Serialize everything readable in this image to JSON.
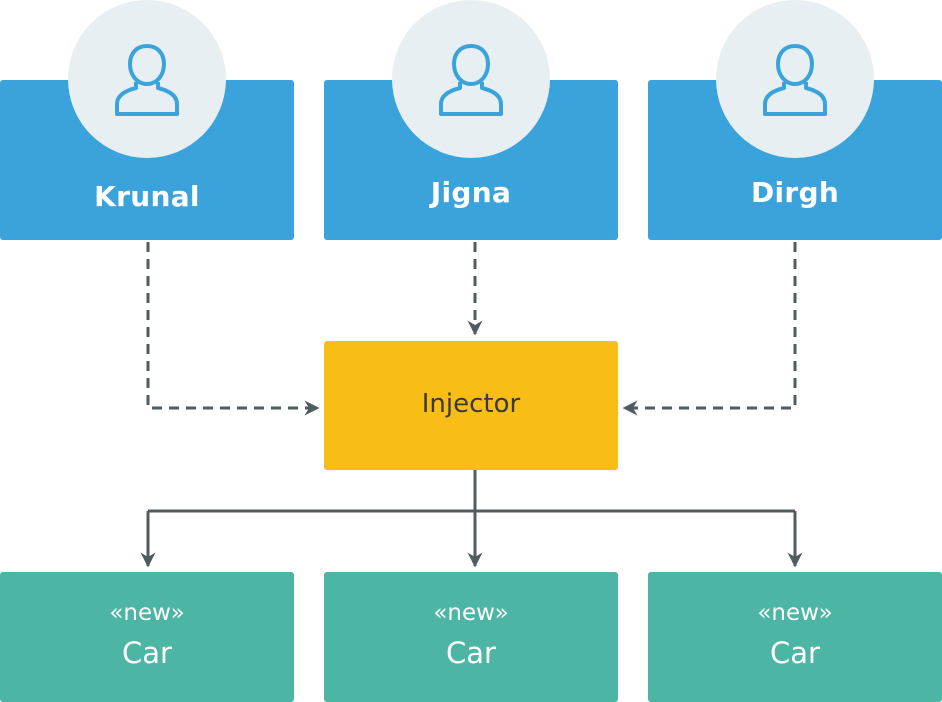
{
  "colors": {
    "user_box": "#3aa3dc",
    "avatar_circle": "#e8eff2",
    "avatar_icon": "#3aa3dc",
    "injector_box": "#f9be16",
    "car_box": "#4db5a4",
    "connector": "#515c60"
  },
  "users": [
    {
      "name": "Krunal",
      "icon": "user-icon"
    },
    {
      "name": "Jigna",
      "icon": "user-icon"
    },
    {
      "name": "Dirgh",
      "icon": "user-icon"
    }
  ],
  "injector": {
    "label": "Injector"
  },
  "cars": [
    {
      "stereotype": "«new»",
      "name": "Car"
    },
    {
      "stereotype": "«new»",
      "name": "Car"
    },
    {
      "stereotype": "«new»",
      "name": "Car"
    }
  ]
}
